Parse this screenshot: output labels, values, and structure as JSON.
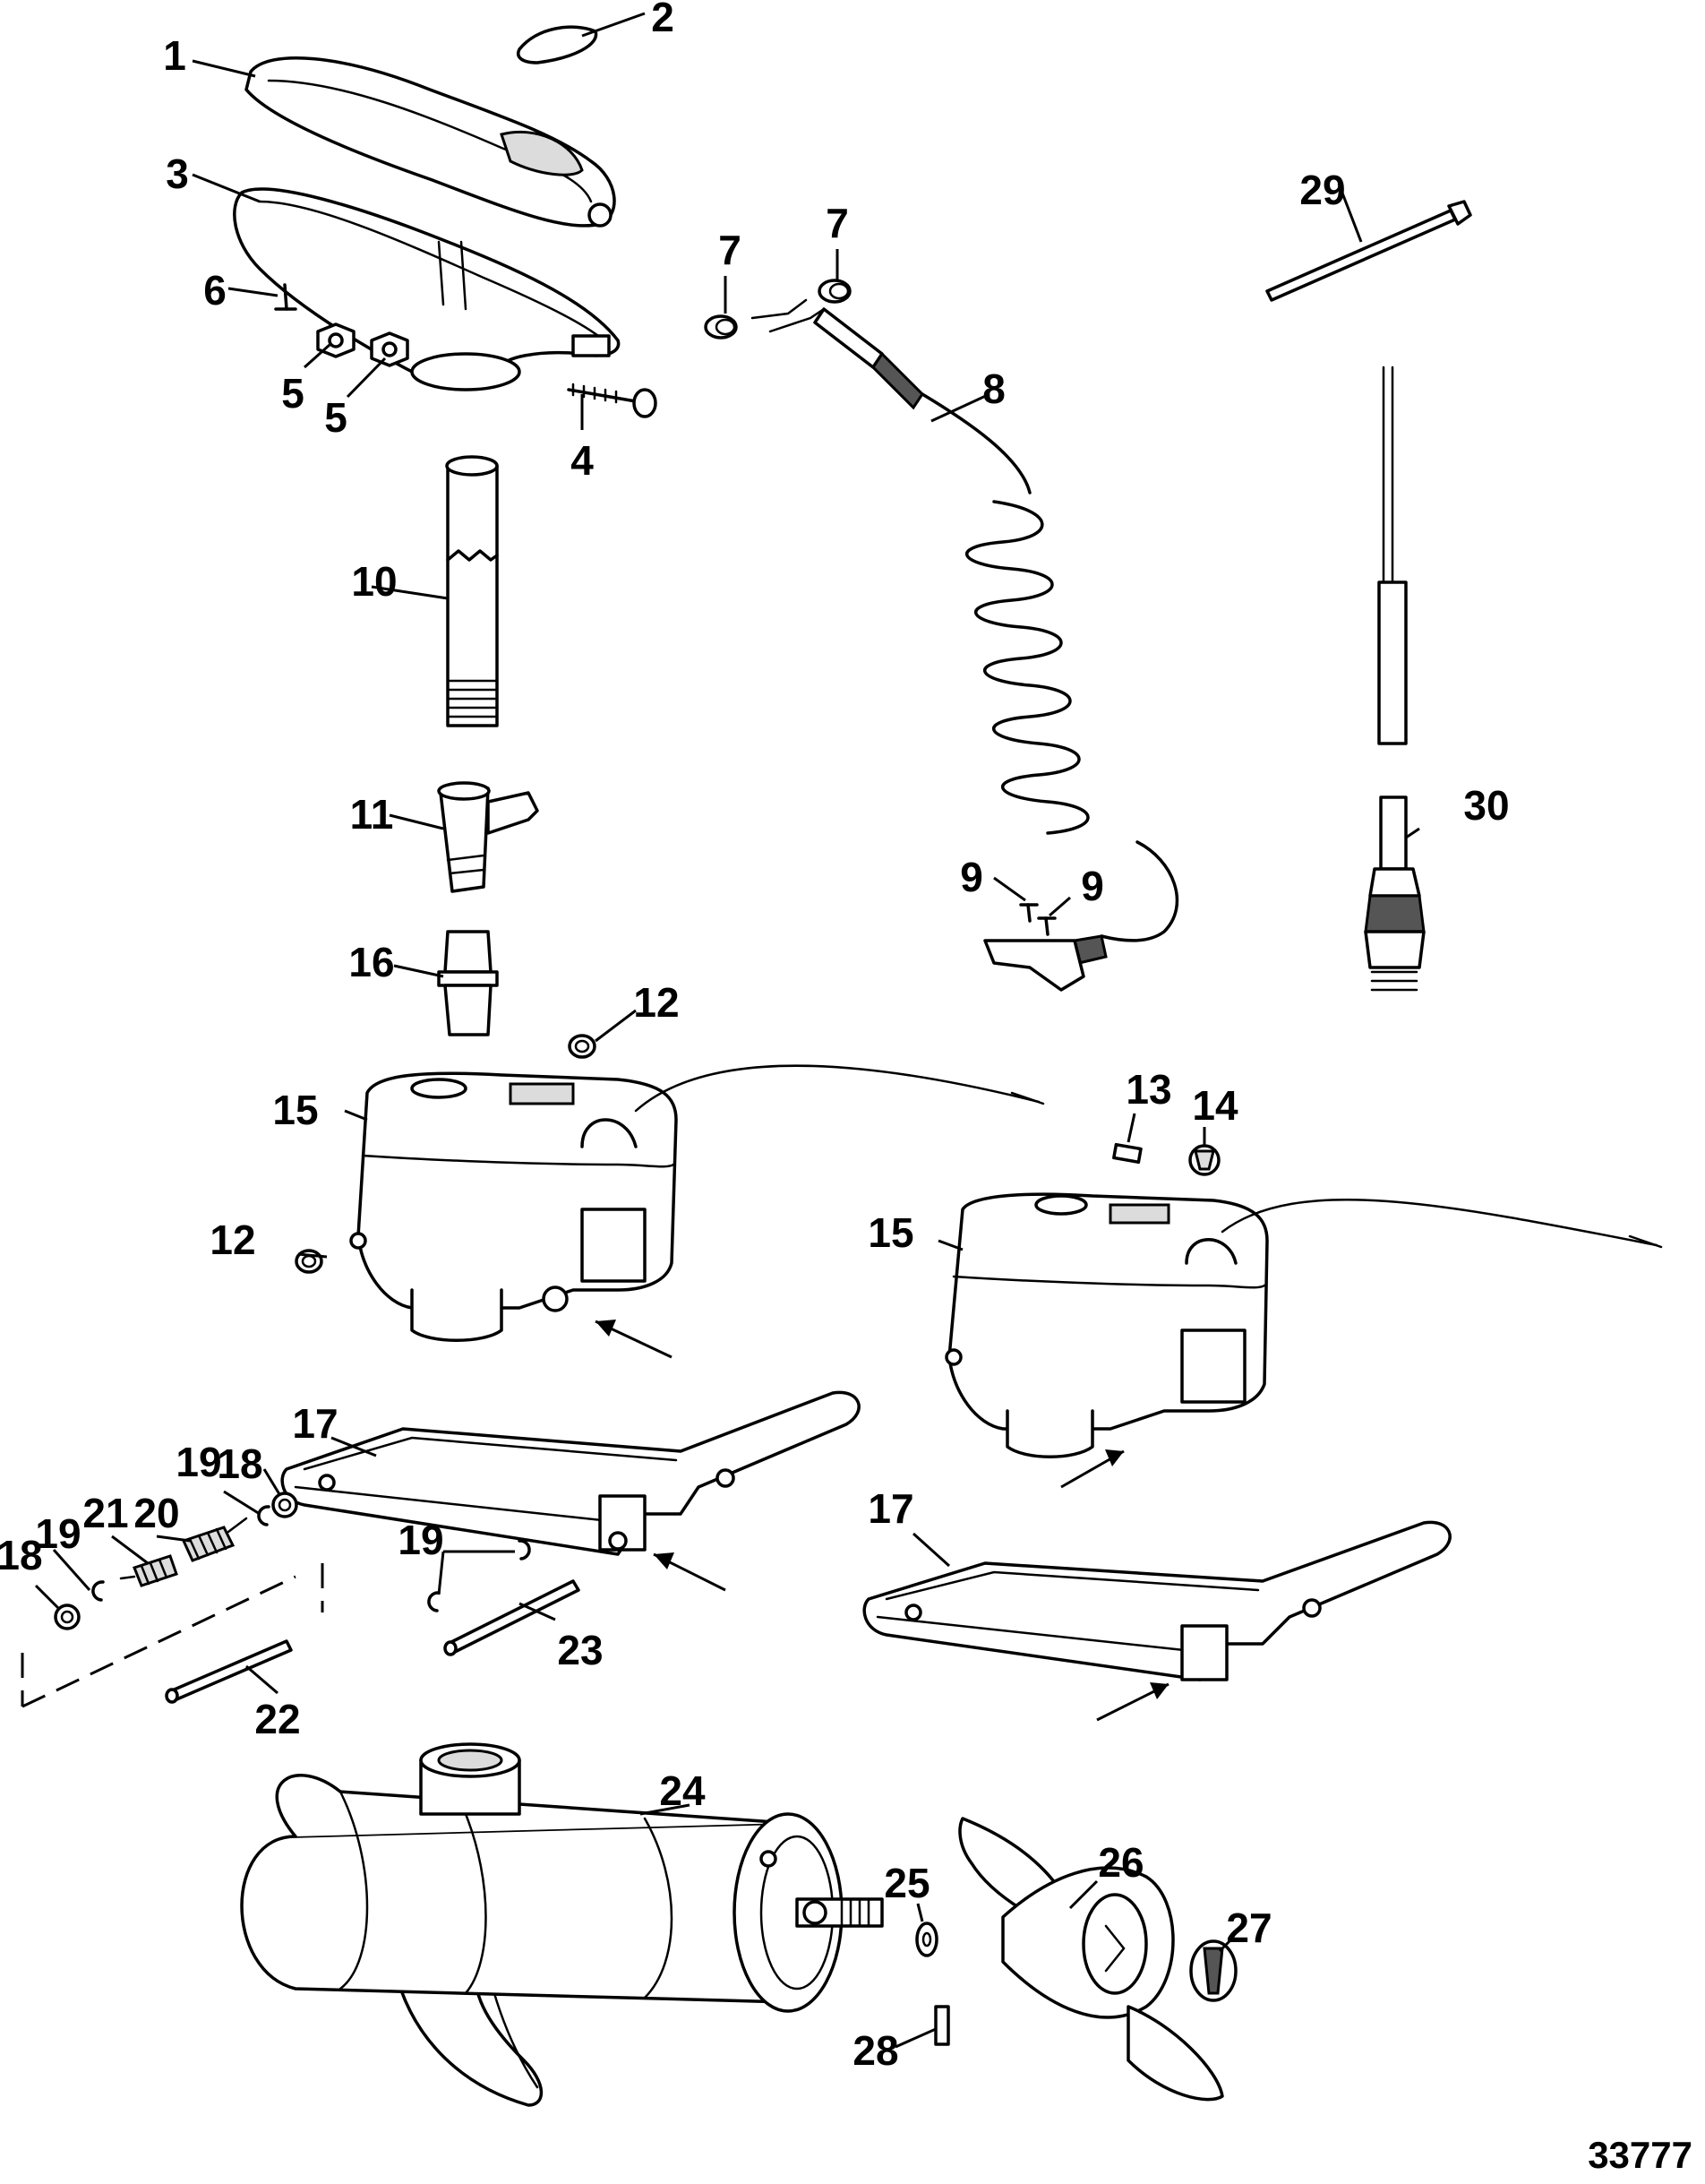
{
  "figure_number": "33777",
  "callouts": [
    {
      "id": "c1",
      "label": "1"
    },
    {
      "id": "c2",
      "label": "2"
    },
    {
      "id": "c3",
      "label": "3"
    },
    {
      "id": "c4",
      "label": "4"
    },
    {
      "id": "c5a",
      "label": "5"
    },
    {
      "id": "c5b",
      "label": "5"
    },
    {
      "id": "c6",
      "label": "6"
    },
    {
      "id": "c7a",
      "label": "7"
    },
    {
      "id": "c7b",
      "label": "7"
    },
    {
      "id": "c8",
      "label": "8"
    },
    {
      "id": "c9a",
      "label": "9"
    },
    {
      "id": "c9b",
      "label": "9"
    },
    {
      "id": "c10",
      "label": "10"
    },
    {
      "id": "c11",
      "label": "11"
    },
    {
      "id": "c12a",
      "label": "12"
    },
    {
      "id": "c12b",
      "label": "12"
    },
    {
      "id": "c13",
      "label": "13"
    },
    {
      "id": "c14",
      "label": "14"
    },
    {
      "id": "c15a",
      "label": "15"
    },
    {
      "id": "c15b",
      "label": "15"
    },
    {
      "id": "c16",
      "label": "16"
    },
    {
      "id": "c17a",
      "label": "17"
    },
    {
      "id": "c17b",
      "label": "17"
    },
    {
      "id": "c18a",
      "label": "18"
    },
    {
      "id": "c18b",
      "label": "18"
    },
    {
      "id": "c19a",
      "label": "19"
    },
    {
      "id": "c19b",
      "label": "19"
    },
    {
      "id": "c19c",
      "label": "19"
    },
    {
      "id": "c20",
      "label": "20"
    },
    {
      "id": "c21",
      "label": "21"
    },
    {
      "id": "c22",
      "label": "22"
    },
    {
      "id": "c23",
      "label": "23"
    },
    {
      "id": "c24",
      "label": "24"
    },
    {
      "id": "c25",
      "label": "25"
    },
    {
      "id": "c26",
      "label": "26"
    },
    {
      "id": "c27",
      "label": "27"
    },
    {
      "id": "c28",
      "label": "28"
    },
    {
      "id": "c29",
      "label": "29"
    },
    {
      "id": "c30",
      "label": "30"
    }
  ]
}
